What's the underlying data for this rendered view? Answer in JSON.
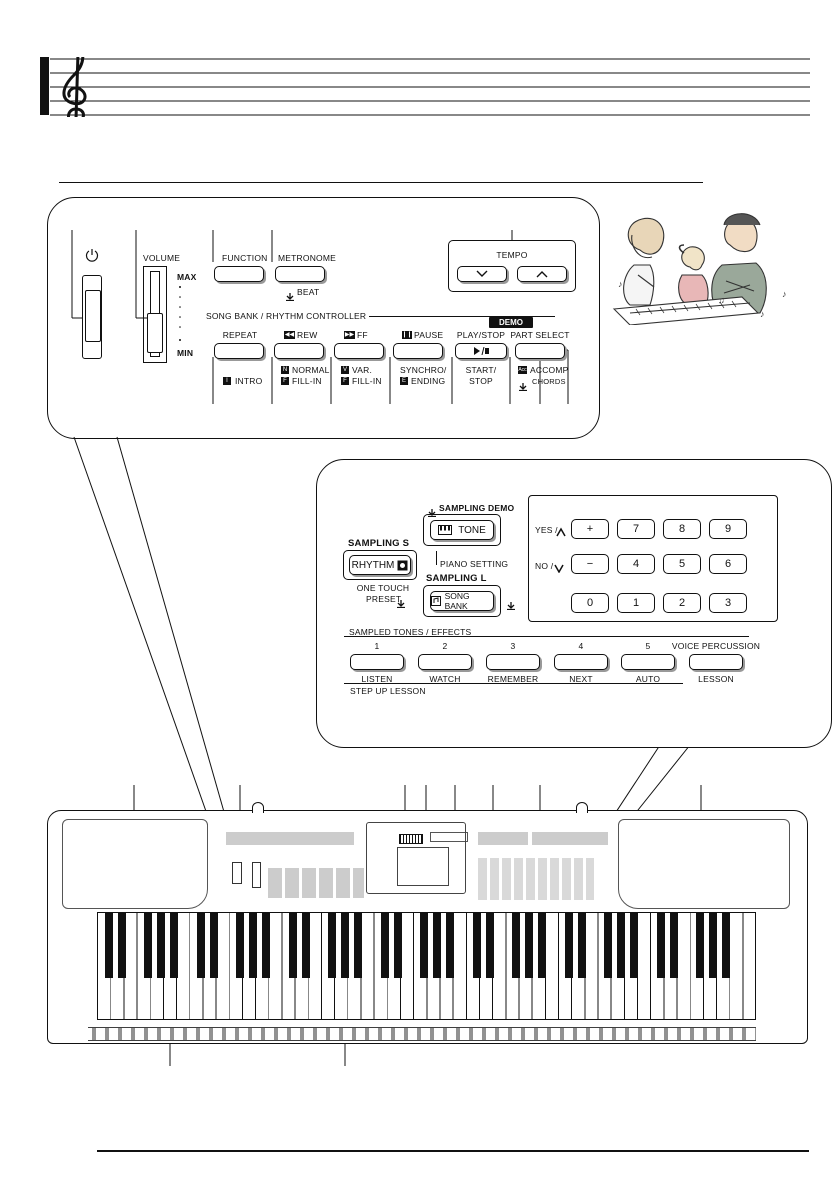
{
  "panel_top": {
    "volume": "VOLUME",
    "max": "MAX",
    "min": "MIN",
    "function": "FUNCTION",
    "metronome": "METRONOME",
    "beat": "BEAT",
    "tempo": "TEMPO",
    "song_bank_controller": "SONG BANK / RHYTHM CONTROLLER",
    "demo": "DEMO",
    "repeat": "REPEAT",
    "rew": "REW",
    "ff": "FF",
    "pause": "PAUSE",
    "play_stop": "PLAY/STOP",
    "part_select": "PART SELECT",
    "intro": "INTRO",
    "normal": "NORMAL",
    "fill_in_1": "FILL-IN",
    "var": "VAR.",
    "fill_in_2": "FILL-IN",
    "synchro": "SYNCHRO/",
    "ending": "ENDING",
    "start": "START/",
    "stop": "STOP",
    "accomp": "ACCOMP",
    "chords": "CHORDS"
  },
  "panel_bottom": {
    "sampling_demo": "SAMPLING DEMO",
    "tone": "TONE",
    "piano_setting": "PIANO SETTING",
    "sampling_s": "SAMPLING S",
    "rhythm": "RHYTHM",
    "one_touch": "ONE TOUCH",
    "preset": "PRESET",
    "sampling_l": "SAMPLING L",
    "song_bank": "SONG BANK",
    "yes": "YES /",
    "no": "NO /",
    "numpad": [
      "+",
      "7",
      "8",
      "9",
      "−",
      "4",
      "5",
      "6",
      "0",
      "1",
      "2",
      "3"
    ],
    "sampled_tones_effects": "SAMPLED TONES / EFFECTS",
    "nums": [
      "1",
      "2",
      "3",
      "4",
      "5"
    ],
    "voice_percussion": "VOICE PERCUSSION",
    "listen": "LISTEN",
    "watch": "WATCH",
    "remember": "REMEMBER",
    "next": "NEXT",
    "auto": "AUTO",
    "lesson": "LESSON",
    "step_up_lesson": "STEP UP LESSON"
  },
  "icons": [
    "treble-clef",
    "power-icon",
    "chevron-down",
    "chevron-up",
    "play-stop-icon",
    "piano-icon"
  ]
}
